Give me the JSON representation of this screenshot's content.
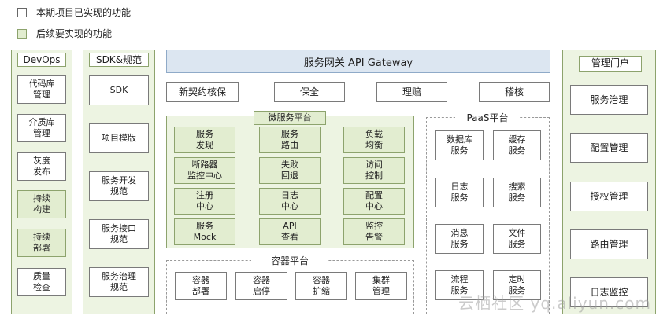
{
  "legend": [
    {
      "label": "本期项目已实现的功能"
    },
    {
      "label": "后续要实现的功能"
    }
  ],
  "devops": {
    "title": "DevOps",
    "items": [
      "代码库\n管理",
      "介质库\n管理",
      "灰度\n发布",
      "持续\n构建",
      "持续\n部署",
      "质量\n检查"
    ]
  },
  "sdk": {
    "title": "SDK&规范",
    "items": [
      "SDK",
      "项目模版",
      "服务开发\n规范",
      "服务接口\n规范",
      "服务治理\n规范"
    ]
  },
  "gateway": {
    "label": "服务网关 API Gateway"
  },
  "business": [
    "新契约核保",
    "保全",
    "理赔",
    "稽核"
  ],
  "microservice": {
    "title": "微服务平台",
    "items": [
      "服务\n发现",
      "服务\n路由",
      "负载\n均衡",
      "断路器\n监控中心",
      "失败\n回退",
      "访问\n控制",
      "注册\n中心",
      "日志\n中心",
      "配置\n中心",
      "服务\nMock",
      "API\n查看",
      "监控\n告警"
    ]
  },
  "container": {
    "title": "容器平台",
    "items": [
      "容器\n部署",
      "容器\n启停",
      "容器\n扩缩",
      "集群\n管理"
    ]
  },
  "paas": {
    "title": "PaaS平台",
    "items": [
      "数据库\n服务",
      "缓存\n服务",
      "日志\n服务",
      "搜索\n服务",
      "消息\n服务",
      "文件\n服务",
      "流程\n服务",
      "定时\n服务"
    ]
  },
  "portal": {
    "title": "管理门户",
    "items": [
      "服务治理",
      "配置管理",
      "授权管理",
      "路由管理",
      "日志监控"
    ]
  },
  "watermark": "云栖社区 yq.aliyun.com"
}
